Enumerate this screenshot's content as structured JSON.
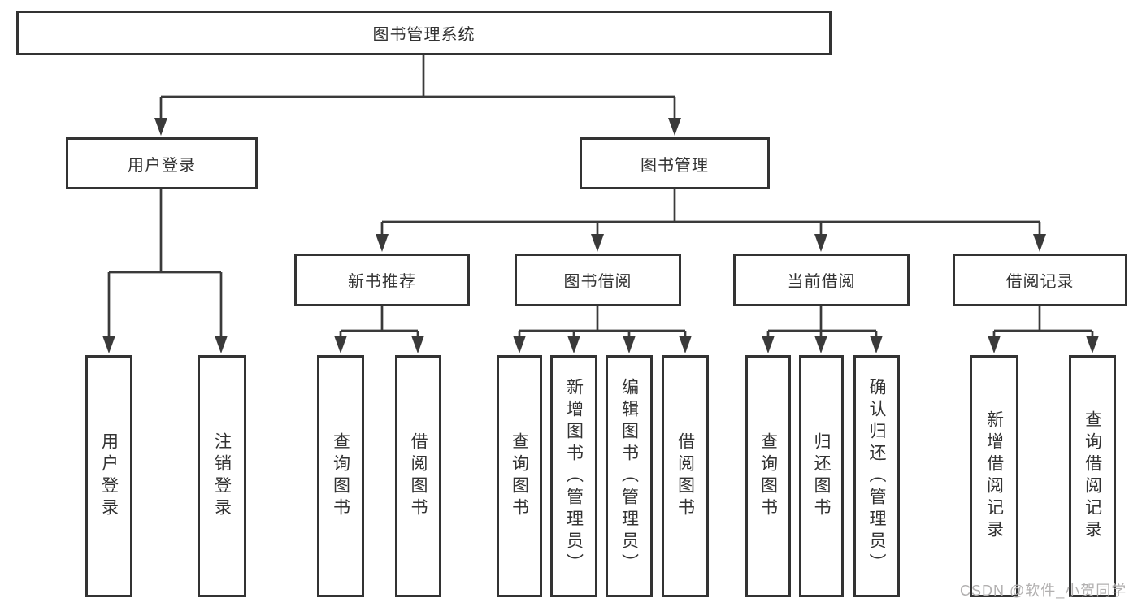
{
  "diagram": {
    "colors": {
      "line": "#3a3a3a",
      "box_border": "#333333",
      "box_fill": "#ffffff",
      "text": "#333333",
      "watermark": "#b2b0b0"
    },
    "watermark": {
      "text": "CSDN @软件_小贺同学"
    },
    "tree": {
      "root": {
        "label": "图书管理系统"
      },
      "children": [
        {
          "label": "用户登录",
          "children": [
            {
              "label": "用户登录"
            },
            {
              "label": "注销登录"
            }
          ]
        },
        {
          "label": "图书管理",
          "children": [
            {
              "label": "新书推荐",
              "children": [
                {
                  "label": "查询图书"
                },
                {
                  "label": "借阅图书"
                }
              ]
            },
            {
              "label": "图书借阅",
              "children": [
                {
                  "label": "查询图书"
                },
                {
                  "label": "新增图书（管理员）"
                },
                {
                  "label": "编辑图书（管理员）"
                },
                {
                  "label": "借阅图书"
                }
              ]
            },
            {
              "label": "当前借阅",
              "children": [
                {
                  "label": "查询图书"
                },
                {
                  "label": "归还图书"
                },
                {
                  "label": "确认归还（管理员）"
                }
              ]
            },
            {
              "label": "借阅记录",
              "children": [
                {
                  "label": "新增借阅记录"
                },
                {
                  "label": "查询借阅记录"
                }
              ]
            }
          ]
        }
      ]
    }
  }
}
